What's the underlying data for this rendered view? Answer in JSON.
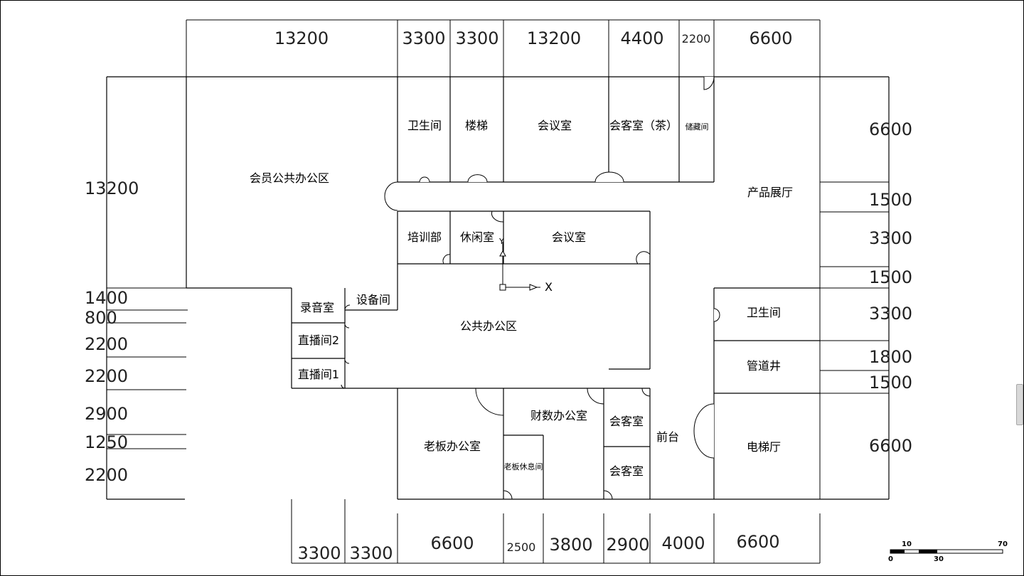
{
  "rooms": {
    "member_office": "会员公共办公区",
    "wc_top": "卫生间",
    "stairs": "楼梯",
    "meeting_top": "会议室",
    "reception_tea": "会客室（茶）",
    "storage": "储藏间",
    "product_hall": "产品展厅",
    "training": "培训部",
    "lounge": "休闲室",
    "meeting_mid": "会议室",
    "recording": "录音室",
    "equipment": "设备间",
    "public_office": "公共办公区",
    "live2": "直播间2",
    "live1": "直播间1",
    "wc_right": "卫生间",
    "pipe_shaft": "管道井",
    "boss_office": "老板办公室",
    "finance": "财数办公室",
    "boss_rest": "老板休息间",
    "reception_a": "会客室",
    "reception_b": "会客室",
    "front_desk": "前台",
    "elevator_hall": "电梯厅"
  },
  "dims_top": [
    "13200",
    "3300",
    "3300",
    "13200",
    "4400",
    "2200",
    "6600"
  ],
  "dims_left": [
    "13200",
    "1400",
    "800",
    "2200",
    "2200",
    "2900",
    "1250",
    "2200"
  ],
  "dims_right": [
    "6600",
    "1500",
    "3300",
    "1500",
    "3300",
    "1800",
    "1500",
    "6600"
  ],
  "dims_bottom": [
    "3300",
    "3300",
    "6600",
    "2500",
    "3800",
    "2900",
    "4000",
    "6600"
  ],
  "ucs": {
    "x_label": "X",
    "y_label": "Y"
  },
  "scale_bar": {
    "labels_top": [
      "10",
      "70"
    ],
    "labels_bottom": [
      "0",
      "30"
    ]
  }
}
